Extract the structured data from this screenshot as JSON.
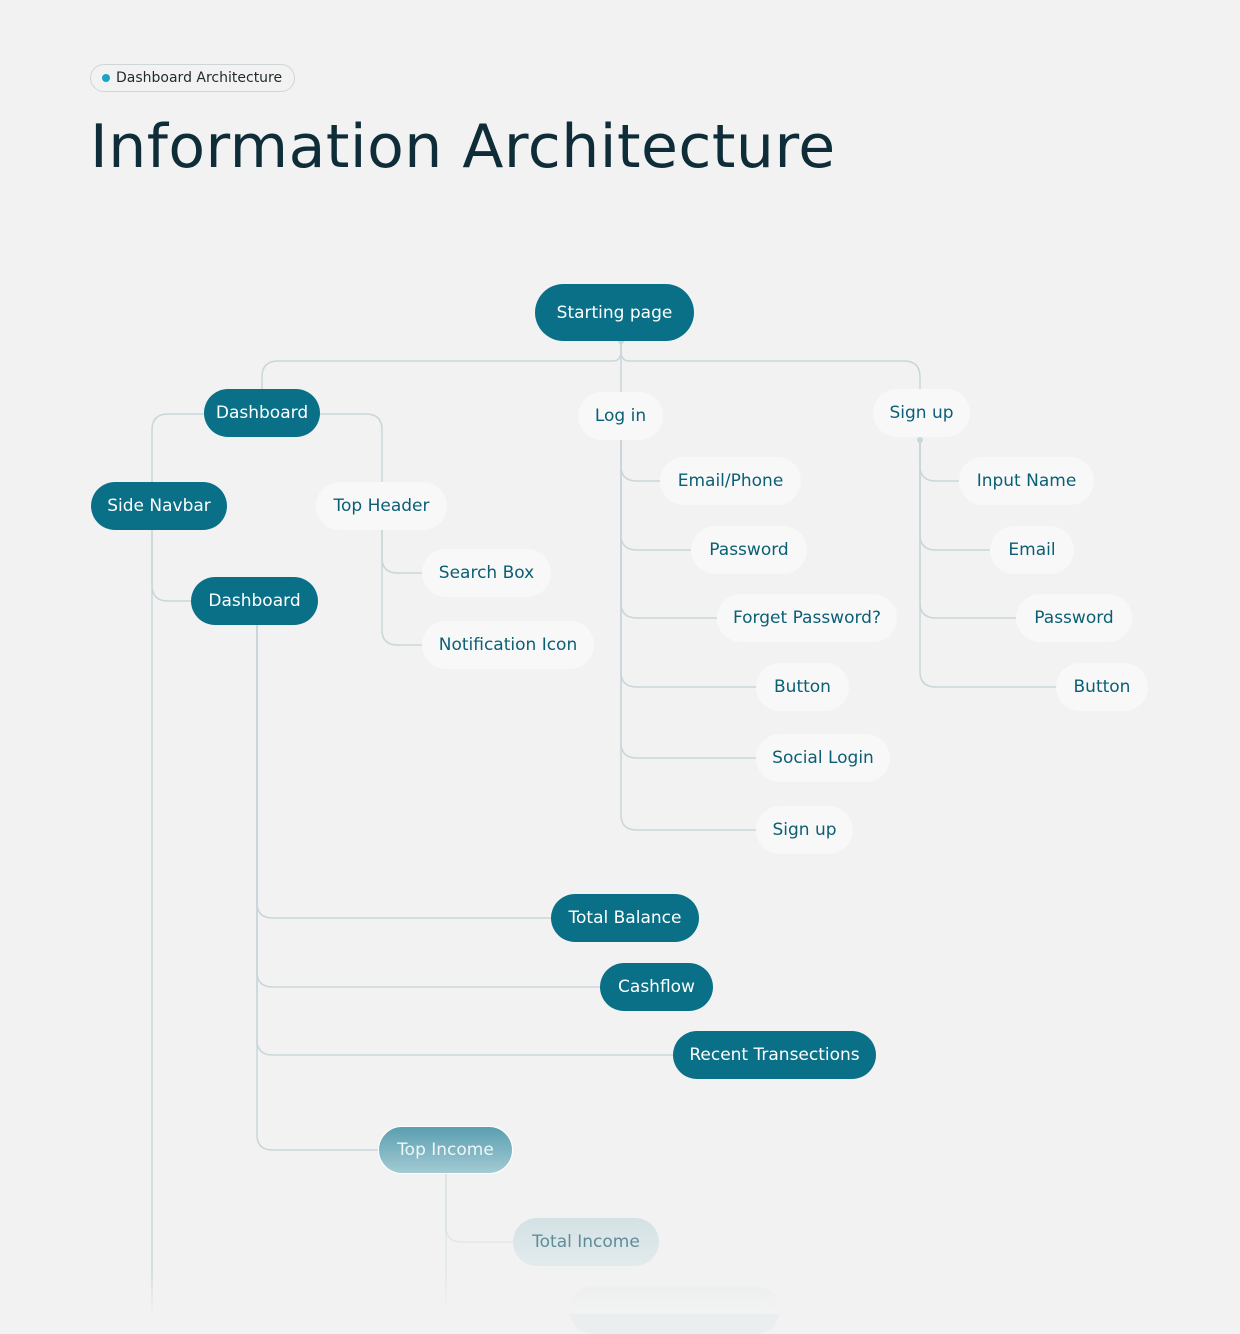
{
  "badge": {
    "label": "Dashboard Architecture",
    "dot_color": "#1aa3c5"
  },
  "title": "Information Architecture",
  "colors": {
    "dark_node": "#0a7088",
    "light_node_text": "#0a5f75",
    "connector": "#c9d6d9",
    "background": "#f2f2f2"
  },
  "nodes": {
    "starting_page": "Starting page",
    "dashboard": "Dashboard",
    "login": "Log in",
    "signup": "Sign up",
    "side_navbar": "Side Navbar",
    "top_header": "Top Header",
    "dashboard_sub": "Dashboard",
    "search_box": "Search Box",
    "notification_icon": "Notification Icon",
    "login_children": [
      "Email/Phone",
      "Password",
      "Forget Password?",
      "Button",
      "Social Login",
      "Sign up"
    ],
    "signup_children": [
      "Input Name",
      "Email",
      "Password",
      "Button"
    ],
    "dashboard_children": [
      "Total Balance",
      "Cashflow",
      "Recent Transections",
      "Top Income"
    ],
    "top_income_children": [
      "Total Income"
    ]
  }
}
